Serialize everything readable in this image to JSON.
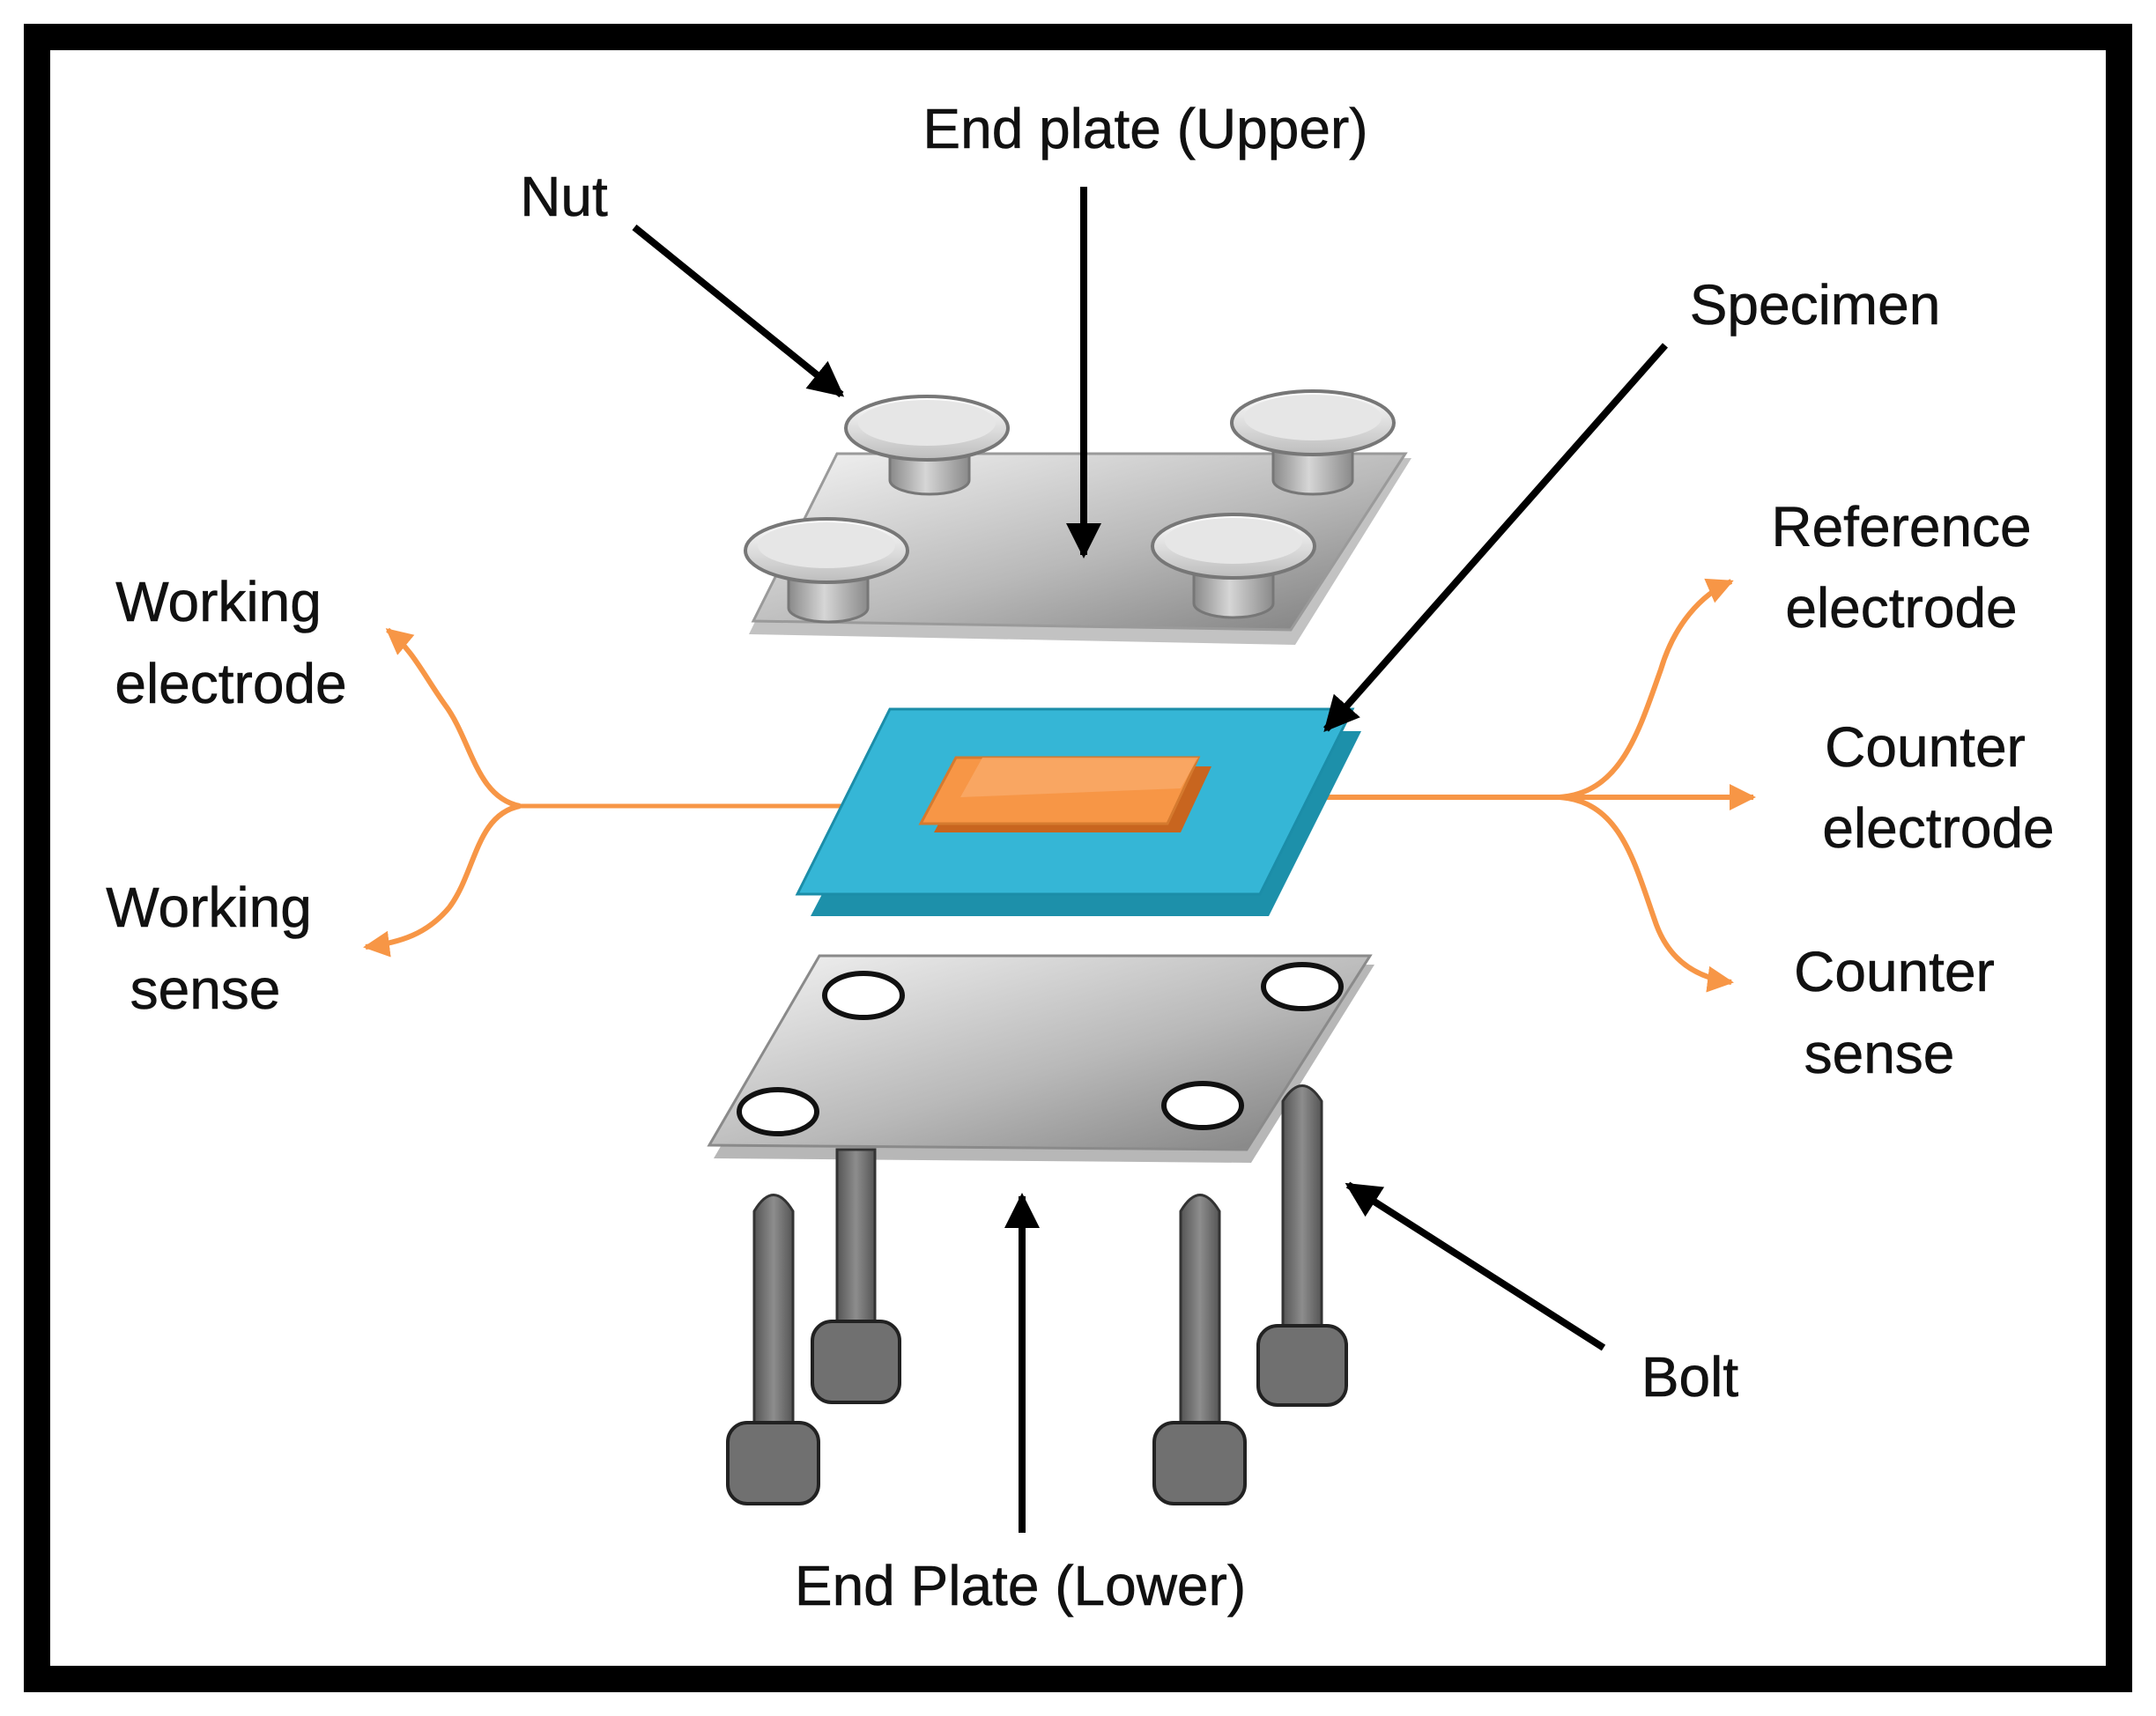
{
  "labels": {
    "nut": "Nut",
    "end_plate_upper": "End plate (Upper)",
    "specimen": "Specimen",
    "working_electrode": [
      "Working",
      "electrode"
    ],
    "working_sense": [
      "Working",
      "sense"
    ],
    "reference_electrode": [
      "Reference",
      "electrode"
    ],
    "counter_electrode": [
      "Counter",
      "electrode"
    ],
    "counter_sense": [
      "Counter",
      "sense"
    ],
    "bolt": "Bolt",
    "end_plate_lower": "End Plate (Lower)"
  },
  "colors": {
    "frame": "#000000",
    "plate": "#b3b3b3",
    "specimen_base": "#2bb3d2",
    "specimen_sample": "#f79646",
    "lead_wire": "#f79646",
    "bolt": "#6e6e6e",
    "arrow": "#000000"
  }
}
